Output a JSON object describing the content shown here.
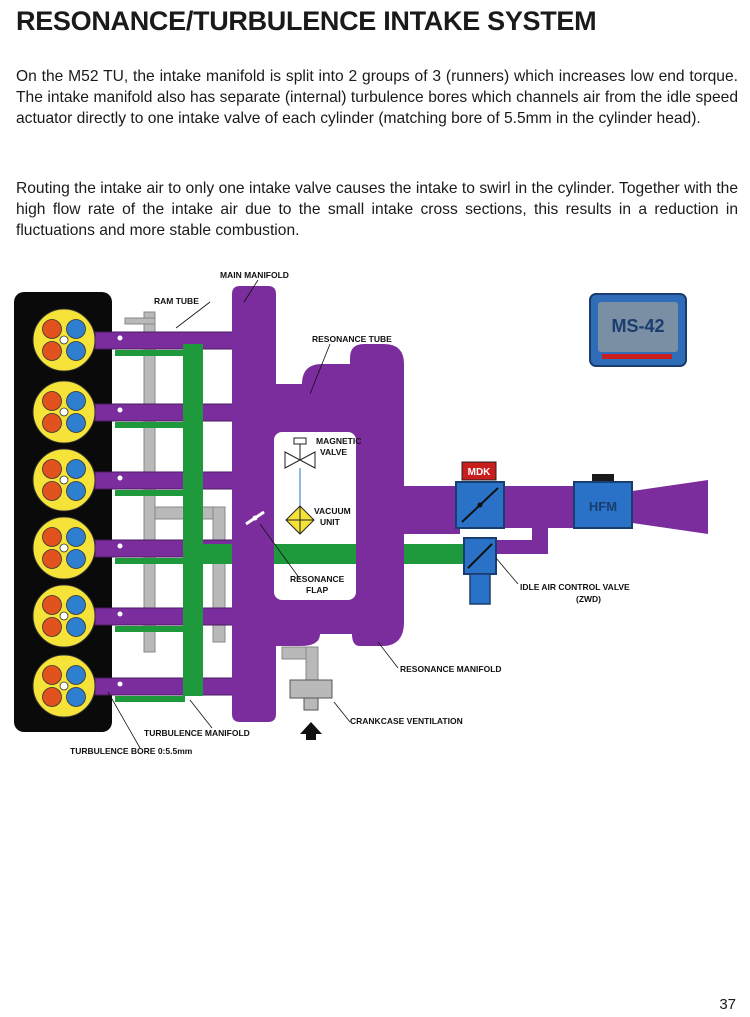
{
  "page": {
    "title": "RESONANCE/TURBULENCE INTAKE SYSTEM",
    "paragraphs": [
      "On the M52 TU, the intake manifold is split into 2 groups of 3 (runners) which increases low end torque. The intake manifold also has separate (internal) turbulence bores which channels air from the idle speed actuator directly to one intake valve of each cylinder (matching bore of 5.5mm in the cylinder head).",
      "Routing  the intake air to only one intake valve causes the intake to swirl in the cylinder. Together with the high flow rate of the intake air due to the small intake cross sections, this results in a reduction in fluctuations and more stable combustion."
    ],
    "page_number": "37"
  },
  "diagram": {
    "labels": {
      "main_manifold": "MAIN MANIFOLD",
      "ram_tube": "RAM TUBE",
      "resonance_tube": "RESONANCE TUBE",
      "magnetic_valve_1": "MAGNETIC",
      "magnetic_valve_2": "VALVE",
      "vacuum_unit_1": "VACUUM",
      "vacuum_unit_2": "UNIT",
      "resonance_flap_1": "RESONANCE",
      "resonance_flap_2": "FLAP",
      "idle_valve_1": "IDLE AIR CONTROL VALVE",
      "idle_valve_2": "(ZWD)",
      "resonance_manifold": "RESONANCE MANIFOLD",
      "crankcase_ventilation": "CRANKCASE VENTILATION",
      "turbulence_manifold": "TURBULENCE MANIFOLD",
      "turbulence_bore": "TURBULENCE BORE 0:5.5mm",
      "ms42": "MS-42",
      "mdk": "MDK",
      "hfm": "HFM"
    },
    "colors": {
      "manifold": "#7b2d9e",
      "turbulence": "#1e9a3c",
      "engine": "#0a0a0a",
      "cylinder": "#f5e33a",
      "valve_red": "#e2521f",
      "valve_blue": "#2e7fd0",
      "component": "#2a72c8",
      "ecu_frame": "#2f6db8",
      "ecu_screen": "#7a8ea4",
      "mdk_box": "#c81e1e",
      "pipe_gray": "#b9b9b9"
    }
  }
}
